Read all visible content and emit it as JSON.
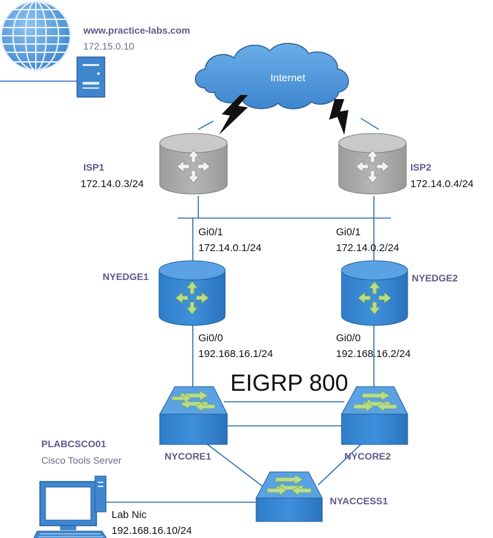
{
  "server": {
    "hostname": "www.practice-labs.com",
    "ip": "172.15.0.10"
  },
  "cloud": {
    "label": "Internet"
  },
  "isp1": {
    "name": "ISP1",
    "ip": "172.14.0.3/24"
  },
  "isp2": {
    "name": "ISP2",
    "ip": "172.14.0.4/24"
  },
  "nyedge1": {
    "name": "NYEDGE1",
    "upper_if": "Gi0/1",
    "upper_ip": "172.14.0.1/24",
    "lower_if": "Gi0/0",
    "lower_ip": "192.168.16.1/24"
  },
  "nyedge2": {
    "name": "NYEDGE2",
    "upper_if": "Gi0/1",
    "upper_ip": "172.14.0.2/24",
    "lower_if": "Gi0/0",
    "lower_ip": "192.168.16.2/24"
  },
  "eigrp_label": "EIGRP 800",
  "nycore1": {
    "name": "NYCORE1"
  },
  "nycore2": {
    "name": "NYCORE2"
  },
  "nyaccess1": {
    "name": "NYACCESS1"
  },
  "pc": {
    "name": "PLABCSCO01",
    "role": "Cisco Tools Server",
    "nic_label": "Lab Nic",
    "nic_ip": "192.168.16.10/24"
  },
  "colors": {
    "link": "#2e74b5",
    "blue_device": "#2e7ac7",
    "gray_device": "#a6a6a6",
    "arrow_green": "#b7dc8a",
    "label_purple": "#5b5a8c"
  },
  "icons": [
    "globe-icon",
    "server-icon",
    "cloud-icon",
    "lightning-icon",
    "router-icon",
    "switch-icon",
    "computer-icon"
  ]
}
